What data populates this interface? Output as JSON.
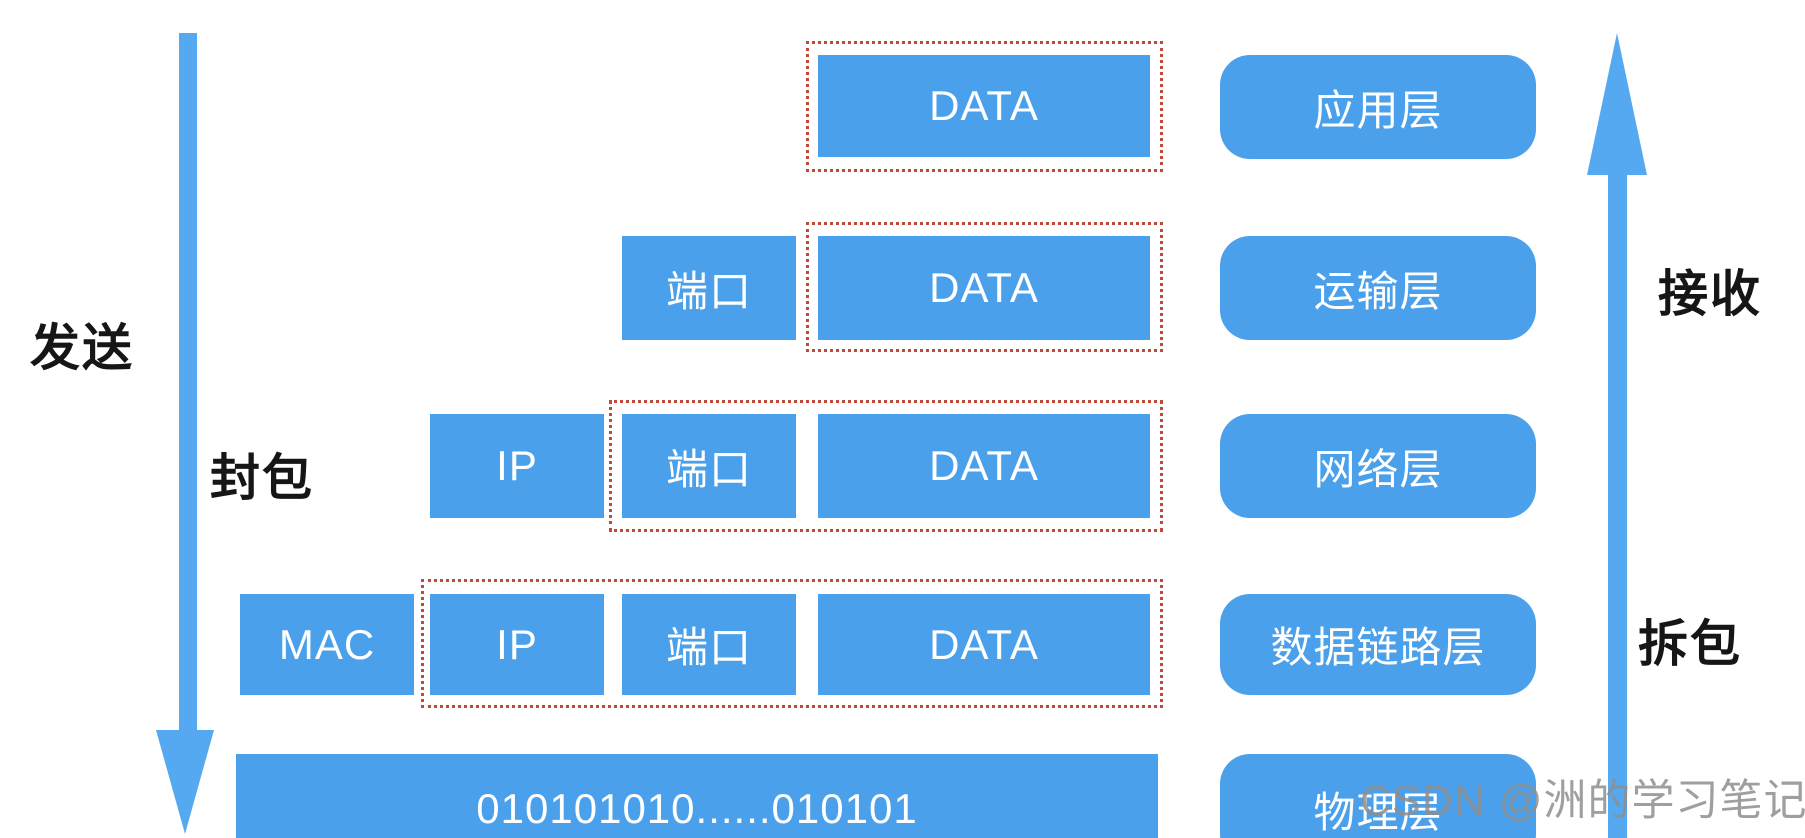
{
  "labels": {
    "send": "发送",
    "encapsulate": "封包",
    "receive": "接收",
    "decapsulate": "拆包"
  },
  "rows": [
    {
      "layer": "应用层",
      "boxes": [
        "DATA"
      ]
    },
    {
      "layer": "运输层",
      "boxes": [
        "端口",
        "DATA"
      ]
    },
    {
      "layer": "网络层",
      "boxes": [
        "IP",
        "端口",
        "DATA"
      ]
    },
    {
      "layer": "数据链路层",
      "boxes": [
        "MAC",
        "IP",
        "端口",
        "DATA"
      ]
    },
    {
      "layer": "物理层",
      "boxes": [
        "010101010......010101"
      ]
    }
  ],
  "watermark": "CSDN @洲的学习笔记",
  "colors": {
    "box_blue": "#4aa0ea",
    "arrow_blue": "#55a9f0",
    "dotted_red": "#bf4a3a",
    "label_black": "#161616",
    "watermark_gray": "#8f8f8f"
  }
}
